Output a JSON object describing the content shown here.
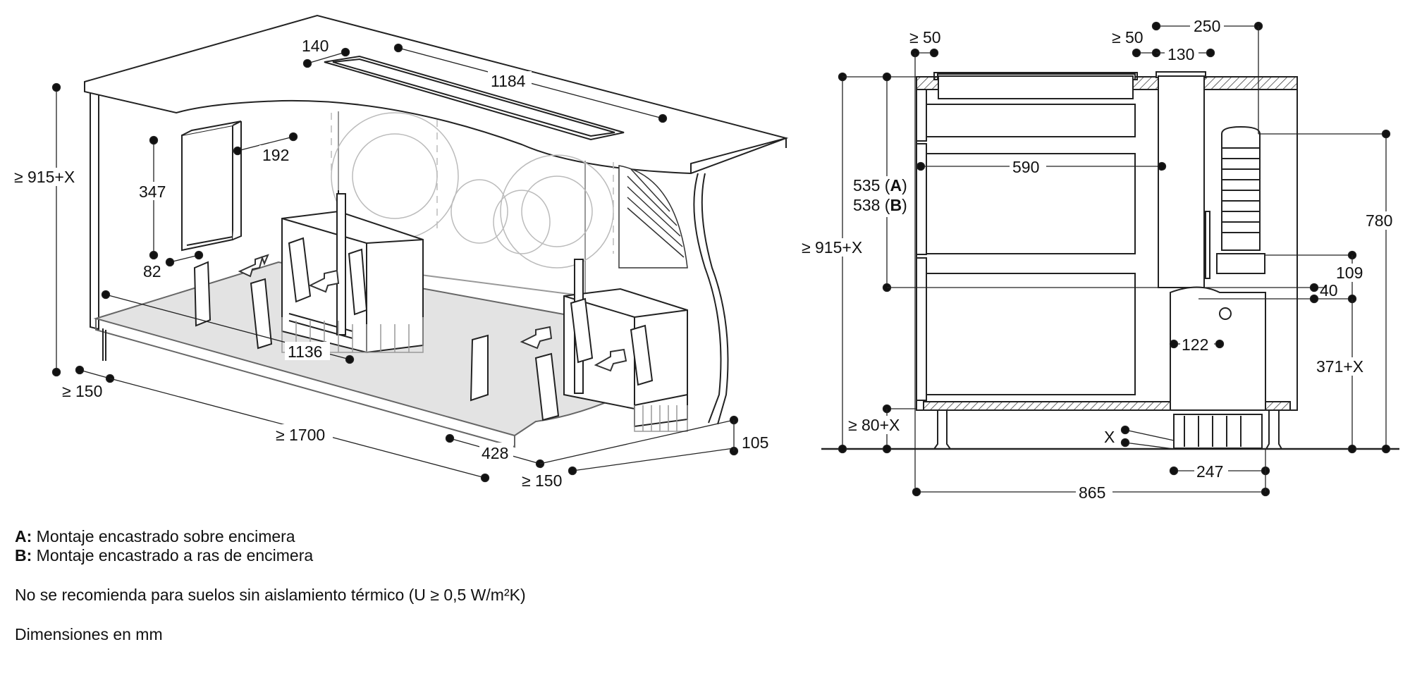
{
  "left_view": {
    "labels": {
      "hood_width": "140",
      "hood_length": "1184",
      "cabinet_height": "≥ 915+X",
      "filter_width": "192",
      "filter_height": "347",
      "filter_offset": "82",
      "plinth_depth": "≥ 150",
      "base_width": "1136",
      "total_width": "≥ 1700",
      "base_depth": "428",
      "plinth_front": "105",
      "plinth_side": "≥ 150"
    }
  },
  "right_view": {
    "labels": {
      "rear_gap": "≥ 50",
      "front_gap": "≥ 50",
      "unit_depth": "250",
      "duct_width": "130",
      "height_a_value": "535",
      "height_a_key": "A",
      "height_b_value": "538",
      "height_b_key": "B",
      "drawer_depth": "590",
      "total_height": "≥ 915+X",
      "motor_height": "780",
      "motor_block": "109",
      "clearance": "40",
      "fan_width": "122",
      "fan_height": "371+X",
      "plinth_height": "≥ 80+X",
      "plinth_var": "X",
      "fan_base": "247",
      "cabinet_depth": "865"
    }
  },
  "notes": {
    "a_key": "A:",
    "a_text": "Montaje encastrado sobre encimera",
    "b_key": "B:",
    "b_text": "Montaje encastrado a ras de encimera",
    "floor_note": "No se recomienda para suelos sin aislamiento térmico (U ≥ 0,5 W/m²K)",
    "units_note": "Dimensiones en mm"
  }
}
